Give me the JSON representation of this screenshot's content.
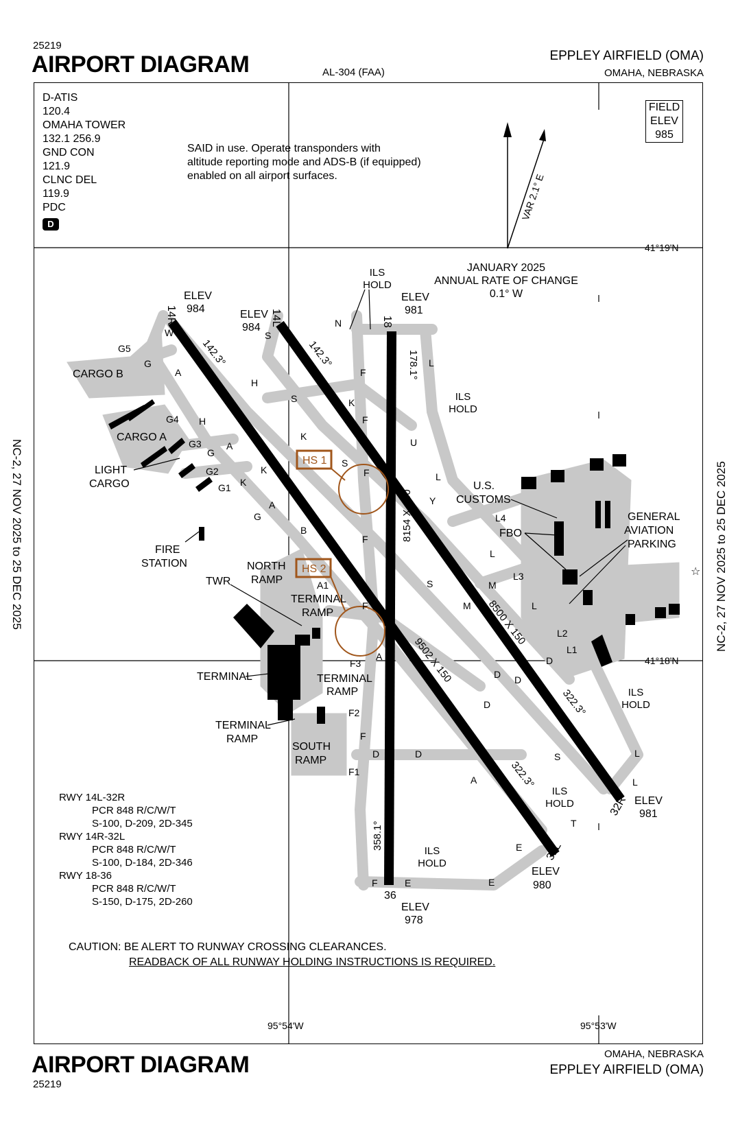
{
  "header": {
    "chart_number": "25219",
    "title": "AIRPORT DIAGRAM",
    "doc_id": "AL-304 (FAA)",
    "airport_name": "EPPLEY AIRFIELD (OMA)",
    "city": "OMAHA, NEBRASKA"
  },
  "footer": {
    "chart_number": "25219",
    "title": "AIRPORT DIAGRAM",
    "airport_name": "EPPLEY AIRFIELD (OMA)",
    "city": "OMAHA, NEBRASKA"
  },
  "validity": {
    "left": "NC-2, 27 NOV 2025 to 25 DEC 2025",
    "right": "NC-2, 27 NOV 2025 to 25 DEC 2025"
  },
  "frequencies": [
    "D-ATIS",
    "120.4",
    "OMAHA TOWER",
    "132.1  256.9",
    "GND CON",
    "121.9",
    "CLNC DEL",
    "119.9",
    "PDC"
  ],
  "pdc_badge": "D",
  "said_note": [
    "SAID in use. Operate transponders with",
    "altitude reporting mode and ADS-B (if equipped)",
    "enabled on all airport surfaces."
  ],
  "field_elev": {
    "line1": "FIELD",
    "line2": "ELEV",
    "value": "985"
  },
  "variation": "VAR 2.1° E",
  "rate_of_change": [
    "JANUARY 2025",
    "ANNUAL RATE OF CHANGE",
    "0.1° W"
  ],
  "coordinates": {
    "lat_top": "41°19'N",
    "lat_bottom": "41°18'N",
    "lon_left": "95°54'W",
    "lon_right": "95°53'W"
  },
  "runways": {
    "r14r": {
      "id": "14R",
      "elev_label": "ELEV",
      "elev": "984",
      "heading": "142.3°"
    },
    "r14l": {
      "id": "14L",
      "elev_label": "ELEV",
      "elev": "984",
      "heading": "142.3°"
    },
    "r18": {
      "id": "18",
      "elev_label": "ELEV",
      "elev": "981",
      "heading": "178.1°"
    },
    "r36": {
      "id": "36",
      "elev_label": "ELEV",
      "elev": "978",
      "heading": "358.1°"
    },
    "r32r": {
      "id": "32R",
      "elev_label": "ELEV",
      "elev": "981",
      "heading": "322.3°"
    },
    "r32l": {
      "id": "32L",
      "elev_label": "ELEV",
      "elev": "980",
      "heading": "322.3°"
    },
    "dim_18_36": "8154 X 150",
    "dim_14r_32l": "9502 X 150",
    "dim_14l_32r": "8500 X 150"
  },
  "hotspots": [
    "HS 1",
    "HS 2"
  ],
  "ils_hold": {
    "line1": "ILS",
    "line2": "HOLD"
  },
  "areas": {
    "cargo_b": "CARGO B",
    "cargo_a": "CARGO A",
    "light_cargo": [
      "LIGHT",
      "CARGO"
    ],
    "fire_station": [
      "FIRE",
      "STATION"
    ],
    "twr": "TWR",
    "north_ramp": [
      "NORTH",
      "RAMP"
    ],
    "terminal_ramp": [
      "TERMINAL",
      "RAMP"
    ],
    "terminal": "TERMINAL",
    "south_ramp": [
      "SOUTH",
      "RAMP"
    ],
    "us_customs": [
      "U.S.",
      "CUSTOMS"
    ],
    "fbo": "FBO",
    "ga_parking": [
      "GENERAL",
      "AVIATION",
      "PARKING"
    ]
  },
  "taxiways": [
    "W",
    "G5",
    "G",
    "A",
    "H",
    "G4",
    "H",
    "G3",
    "G",
    "A",
    "G2",
    "K",
    "G1",
    "K",
    "K",
    "A",
    "G",
    "S",
    "S",
    "K",
    "N",
    "F",
    "F",
    "S",
    "F",
    "B",
    "F",
    "A1",
    "F",
    "F3",
    "A",
    "U",
    "L",
    "L",
    "Y",
    "L4",
    "L",
    "L3",
    "M",
    "M",
    "L",
    "L2",
    "L1",
    "D",
    "S",
    "D",
    "D",
    "D",
    "F2",
    "F",
    "D",
    "D",
    "F1",
    "A",
    "S",
    "L",
    "L",
    "T",
    "E",
    "E",
    "F",
    "E"
  ],
  "pcr_table": [
    "RWY  14L-32R",
    "PCR 848 R/C/W/T",
    "S-100, D-209, 2D-345",
    "RWY  14R-32L",
    "PCR 848 R/C/W/T",
    "S-100, D-184, 2D-346",
    "RWY  18-36",
    "PCR 848 R/C/W/T",
    "S-150, D-175, 2D-260"
  ],
  "caution": {
    "line1": "CAUTION: BE ALERT TO RUNWAY CROSSING CLEARANCES.",
    "line2": "READBACK OF ALL RUNWAY HOLDING INSTRUCTIONS IS REQUIRED."
  },
  "colors": {
    "pavement": "#c8c8c8",
    "runway": "#000000",
    "hotspot": "#a0561b",
    "building": "#000000",
    "frame": "#000000"
  }
}
